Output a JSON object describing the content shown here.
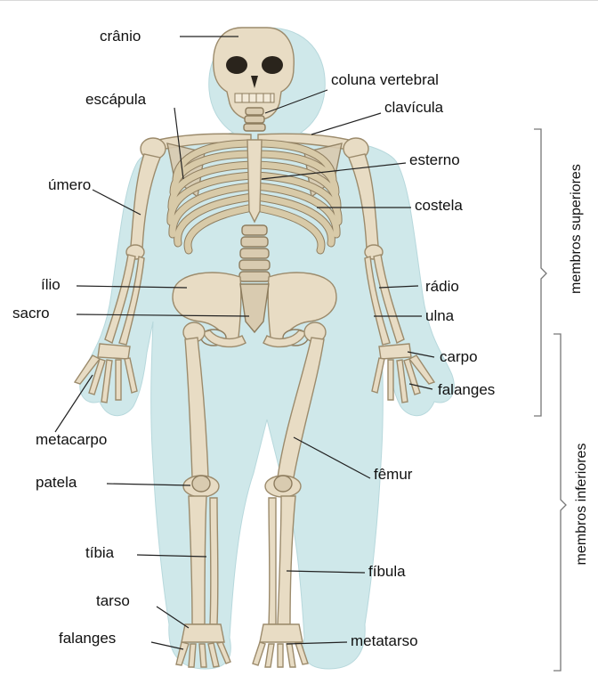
{
  "labels": {
    "cranio": "crânio",
    "coluna": "coluna vertebral",
    "escapula": "escápula",
    "clavicula": "clavícula",
    "esterno": "esterno",
    "umero": "úmero",
    "costela": "costela",
    "ilio": "ílio",
    "radio": "rádio",
    "sacro": "sacro",
    "ulna": "ulna",
    "carpo": "carpo",
    "falanges_mao": "falanges",
    "metacarpo": "metacarpo",
    "patela": "patela",
    "femur": "fêmur",
    "tibia": "tíbia",
    "fibula": "fíbula",
    "tarso": "tarso",
    "falanges_pe": "falanges",
    "metatarso": "metatarso"
  },
  "groups": {
    "superiores": "membros superiores",
    "inferiores": "membros inferiores"
  },
  "colors": {
    "silhouette": "#cfe8ea",
    "bone": "#e8dcc4",
    "bone_shade": "#a99878",
    "leader": "#222222"
  }
}
